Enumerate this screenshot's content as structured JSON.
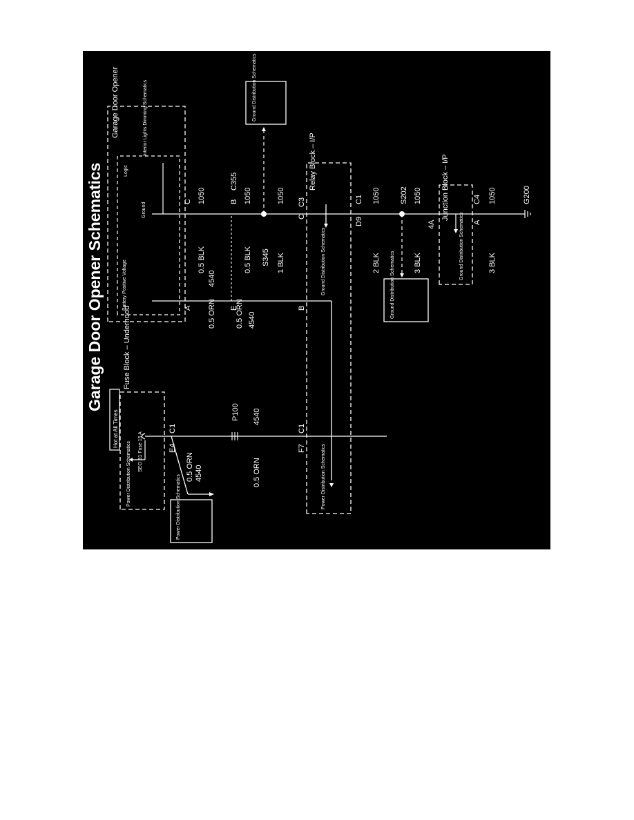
{
  "title": "Garage Door Opener Schematics",
  "colors": {
    "background": "#000000",
    "line": "#ffffff",
    "page": "#ffffff"
  },
  "components": {
    "fuse_block": {
      "name": "Fuse Block – Underhood",
      "hot_label": "Hot at All Times",
      "fuse": "SEO B1 Fuse 15 A",
      "power_dist": "Power Distribution Schematics",
      "conn_in": "E4",
      "conn_out": "C1"
    },
    "relay_block": {
      "name": "Relay Block – I/P",
      "power_dist": "Power Distribution Schematics",
      "ground_dist": "Ground Distribution Schematics"
    },
    "junction_block": {
      "name": "Junction Block – I/P",
      "ground_dist": "Ground Distribution Schematics",
      "connector": "C4",
      "pin_in": "4A",
      "pin_out": "A"
    },
    "garage_door_opener": {
      "name": "Garage Door Opener",
      "logic": "Logic",
      "battery": "Battery Positive Voltage",
      "ground": "Ground",
      "interior_lights": "Interior Lights Dimming Schematics"
    },
    "offpage_power": "Power Distribution Schematics",
    "offpage_ground_top": "Ground Distribution Schematics",
    "offpage_ground_bottom": "Ground Distribution Schematics"
  },
  "wires": {
    "branch": {
      "color": "0.5 ORN",
      "circuit": "4540"
    },
    "main": {
      "color": "0.5 ORN",
      "circuit": "4540"
    },
    "relay_to_c355": {
      "color": "0.5 ORN",
      "circuit": "4540"
    },
    "c355_to_opener": {
      "color": "0.5 ORN",
      "circuit": "4540"
    },
    "gnd_opener_c355": {
      "color": "0.5 BLK",
      "circuit": "1050"
    },
    "gnd_c355_s345": {
      "color": "0.5 BLK",
      "circuit": "1050"
    },
    "gnd_s345_relay": {
      "color": "1 BLK",
      "circuit": "1050"
    },
    "gnd_relay_s202": {
      "color": "2 BLK",
      "circuit": "1050"
    },
    "gnd_s202_junction": {
      "color": "3 BLK",
      "circuit": "1050"
    },
    "gnd_junction_g200": {
      "color": "3 BLK",
      "circuit": "1050"
    }
  },
  "connectors": {
    "p100": "P100",
    "f7": "F7",
    "relay_c1_top": "C1",
    "relay_b": "B",
    "relay_c": "C",
    "relay_c3": "C3",
    "relay_c1_bottom": "C1",
    "relay_d9": "D9",
    "c355": "C355",
    "c355_e": "E",
    "c355_b": "B",
    "opener_a": "A",
    "opener_c": "C",
    "s345": "S345",
    "s202": "S202",
    "g200": "G200"
  }
}
